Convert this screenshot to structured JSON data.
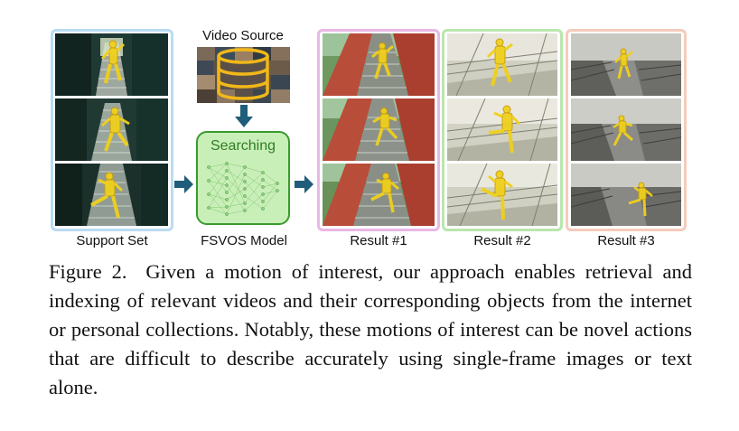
{
  "figure": {
    "labels": {
      "video_source": "Video Source",
      "searching": "Searching",
      "support_set": "Support Set",
      "model": "FSVOS Model",
      "result1": "Result #1",
      "result2": "Result #2",
      "result3": "Result #3"
    },
    "colors": {
      "support_frame": "#b9dcf3",
      "result1_frame": "#e8b8e6",
      "result2_frame": "#b9e6ad",
      "result3_frame": "#f5cbbb",
      "arrow": "#1f5d7a",
      "model_fill": "#c9efb8",
      "model_border": "#3a9a2e",
      "database": "#f2b818",
      "highlight": "#f0d01c"
    },
    "icons": [
      "database-icon",
      "arrow-right-icon",
      "arrow-down-icon",
      "neural-network-icon"
    ]
  },
  "caption": {
    "figure_number": "Figure 2.",
    "text": "Given a motion of interest, our approach enables retrieval and indexing of relevant videos and their corresponding objects from the internet or personal collections. Notably, these motions of interest can be novel actions that are difficult to describe accurately using single-frame images or text alone."
  }
}
